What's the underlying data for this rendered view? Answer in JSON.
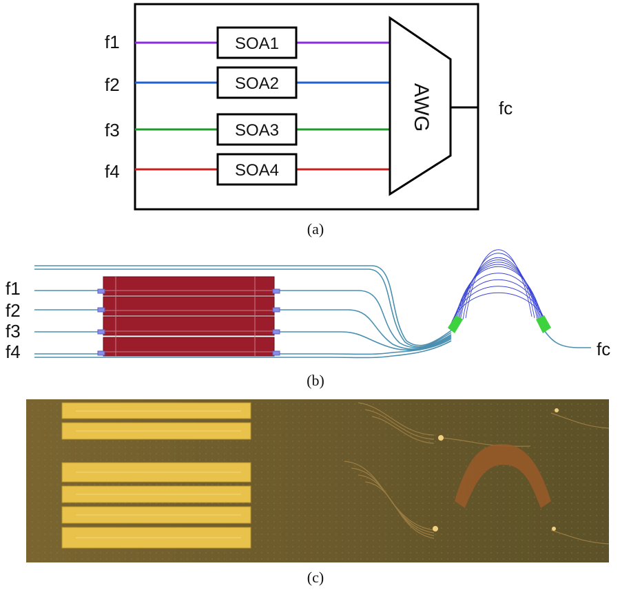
{
  "panel_a": {
    "inputs": [
      {
        "label": "f1",
        "soa": "SOA1",
        "color": "#8a2be2"
      },
      {
        "label": "f2",
        "soa": "SOA2",
        "color": "#1f5fd0"
      },
      {
        "label": "f3",
        "soa": "SOA3",
        "color": "#1f9a2a"
      },
      {
        "label": "f4",
        "soa": "SOA4",
        "color": "#c81e1e"
      }
    ],
    "awg_label": "AWG",
    "output_label": "fc",
    "caption": "(a)"
  },
  "panel_b": {
    "inputs": [
      "f1",
      "f2",
      "f3",
      "f4"
    ],
    "output_label": "fc",
    "caption": "(b)",
    "colors": {
      "soa": "#9b1c2a",
      "waveguide": "#4a8fb0",
      "awg_arms": "#3a44d6",
      "taper": "#3fd23f"
    }
  },
  "panel_c": {
    "caption": "(c)",
    "colors": {
      "substrate": "#6e5a2a",
      "gold": "#e8c24a"
    }
  }
}
